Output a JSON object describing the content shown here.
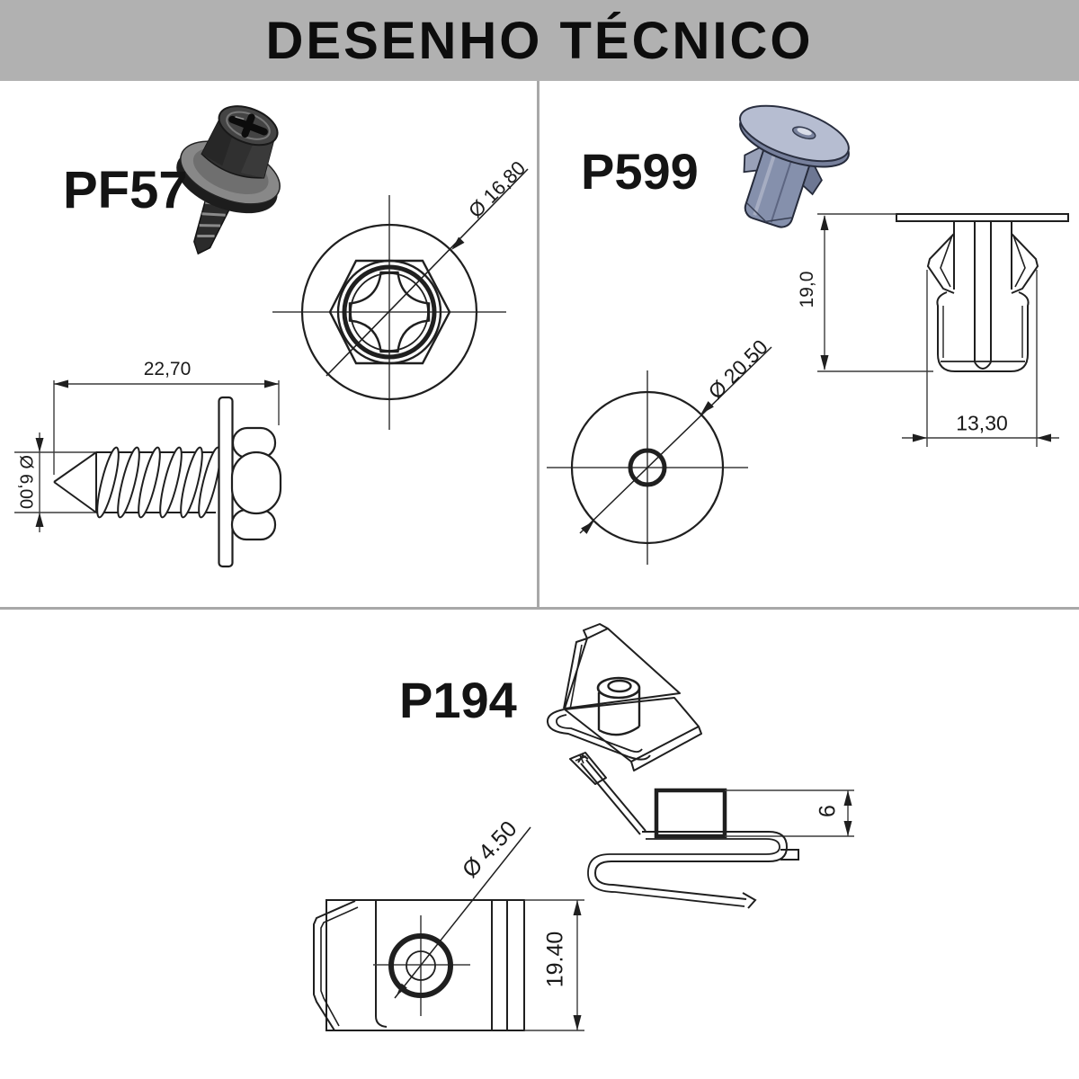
{
  "title": "DESENHO TÉCNICO",
  "colors": {
    "banner_gray": "#b1b1b1",
    "divider_gray": "#a8a8a8",
    "line_black": "#1f1f1f",
    "p599_plastic_blue_gray": "#8590ac",
    "pf57_screw_dark": "#2b2b2b"
  },
  "parts": {
    "pf57": {
      "label": "PF57",
      "dims": {
        "length": "22,70",
        "shank_diameter": "Ø 6,00",
        "head_diameter": "Ø 16,80"
      }
    },
    "p599": {
      "label": "P599",
      "dims": {
        "height": "19,0",
        "body_width": "13,30",
        "flange_diameter": "Ø 20.50"
      }
    },
    "p194": {
      "label": "P194",
      "dims": {
        "hole_diameter": "Ø 4.50",
        "length": "19.40",
        "barrel_height": "6"
      }
    }
  }
}
